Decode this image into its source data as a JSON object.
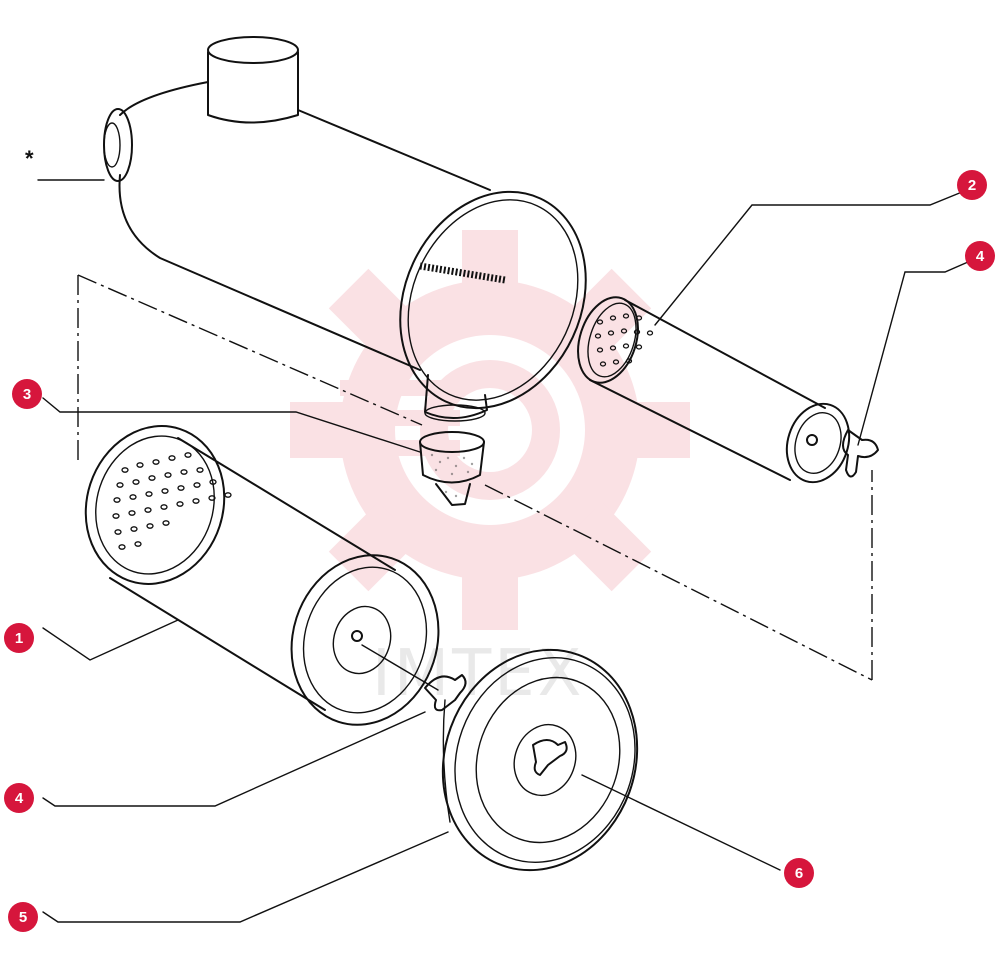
{
  "diagram": {
    "asterisk": "*",
    "watermark": "IMTEX",
    "callouts": [
      {
        "id": "c1",
        "label": "1"
      },
      {
        "id": "c2",
        "label": "2"
      },
      {
        "id": "c3",
        "label": "3"
      },
      {
        "id": "c4a",
        "label": "4"
      },
      {
        "id": "c4b",
        "label": "4"
      },
      {
        "id": "c5",
        "label": "5"
      },
      {
        "id": "c6",
        "label": "6"
      }
    ],
    "colors": {
      "callout": "#d6163c",
      "line": "#111111",
      "watermark": "#f6c9cf"
    }
  }
}
